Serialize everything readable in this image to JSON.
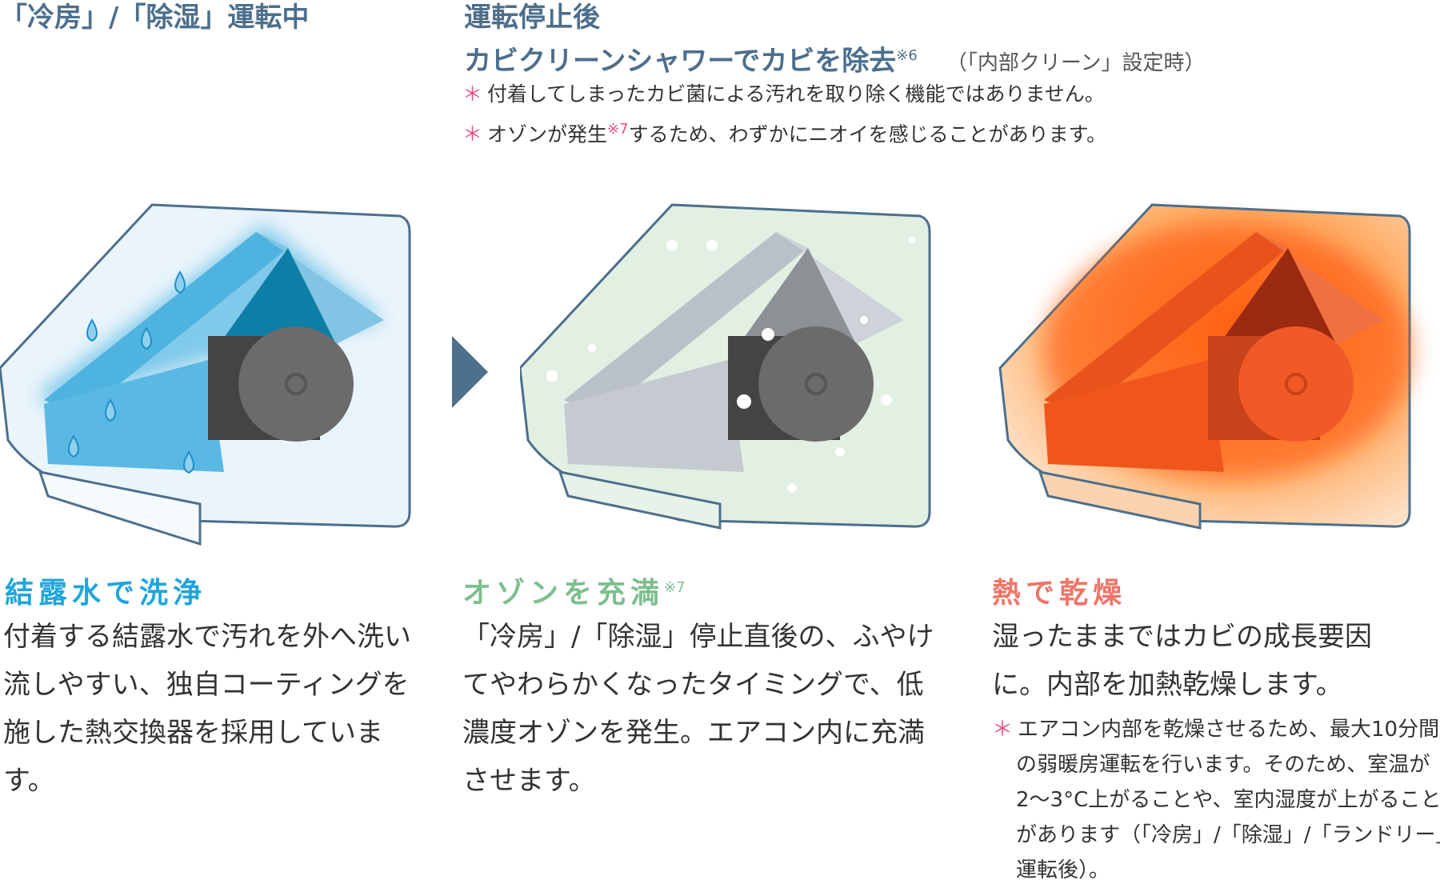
{
  "left_header": "「冷房」/「除湿」運転中",
  "mid_header": {
    "line1": "運転停止後",
    "line2": "カビクリーンシャワーでカビを除去",
    "line2_sup": "※6",
    "setting": "（「内部クリーン」設定時）"
  },
  "notes": [
    {
      "mark": "＊",
      "text": "付着してしまったカビ菌による汚れを取り除く機能ではありません。"
    },
    {
      "mark": "＊",
      "pre": "オゾンが発生",
      "sup": "※7",
      "text": "するため、わずかにニオイを感じることがあります。"
    }
  ],
  "panels": [
    {
      "title": "結露水で洗浄",
      "body": "付着する結露水で汚れを外へ洗い流しやすい、独自コーティングを施した熱交換器を採用しています。",
      "color": "#1ea6dc"
    },
    {
      "title": "オゾンを充満",
      "title_sup": "※7",
      "body": "「冷房」/「除湿」停止直後の、ふやけてやわらかくなったタイミングで、低濃度オゾンを発生。エアコン内に充満させます。",
      "color": "#7cbf8e"
    },
    {
      "title": "熱で乾燥",
      "body": "湿ったままではカビの成長要因に。内部を加熱乾燥します。",
      "note_mark": "＊",
      "note": "エアコン内部を乾燥させるため、最大10分間の弱暖房運転を行います。そのため、室温が2〜3°C上がることや、室内湿度が上がることがあります（「冷房」/「除湿」/「ランドリー」運転後）。",
      "color": "#f07468"
    }
  ]
}
